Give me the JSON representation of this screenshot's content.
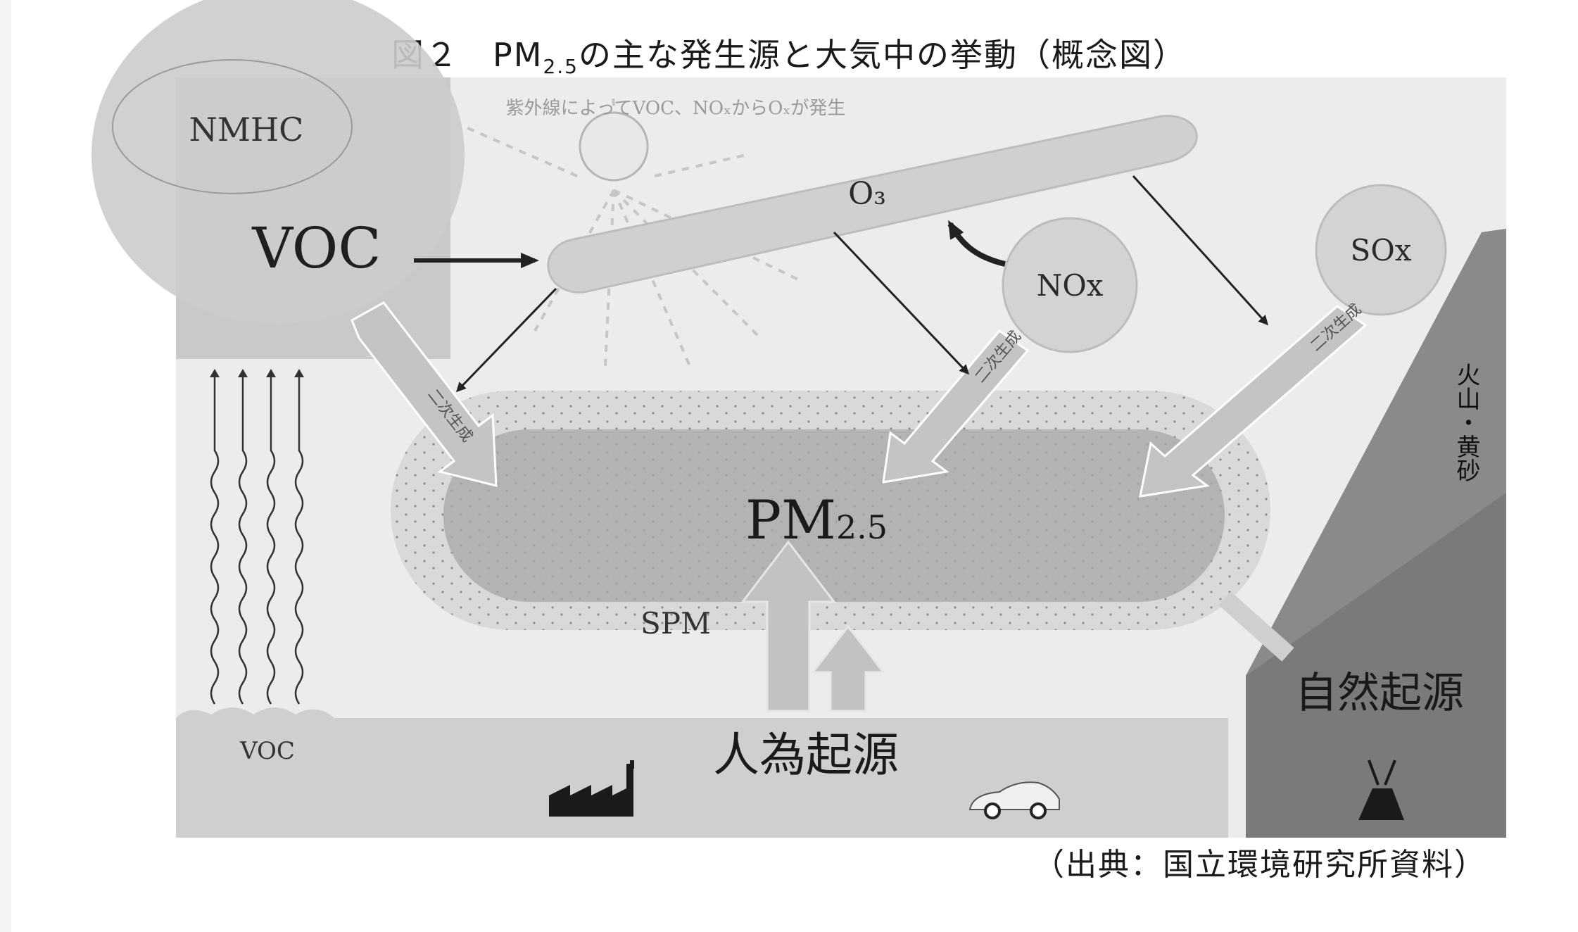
{
  "title": {
    "prefix": "図２　PM",
    "subscript": "2.5",
    "suffix": "の主な発生源と大気中の挙動（概念図）"
  },
  "source": "（出典：国立環境研究所資料）",
  "diagram": {
    "nmhc": "NMHC",
    "voc_big": "VOC",
    "uv_note": "紫外線によってVOC、NOₓからOₓが発生",
    "o3": "O₃",
    "nox": "NOx",
    "sox": "SOx",
    "pm25_main": "PM",
    "pm25_sub": "2.5",
    "spm": "SPM",
    "voc_small": "VOC",
    "anthropogenic": "人為起源",
    "natural": "自然起源",
    "volcano_dust": "火山・黄砂",
    "secondary_label": "二次生成"
  },
  "colors": {
    "sky": "#ececec",
    "gray_block": "#c9c9c9",
    "cloud": "#d0d0d0",
    "pm_outer": "#d9d9d9",
    "pm_inner": "#b3b3b3",
    "mountain": "#7a7a7a",
    "ground": "#cfcfcf"
  }
}
